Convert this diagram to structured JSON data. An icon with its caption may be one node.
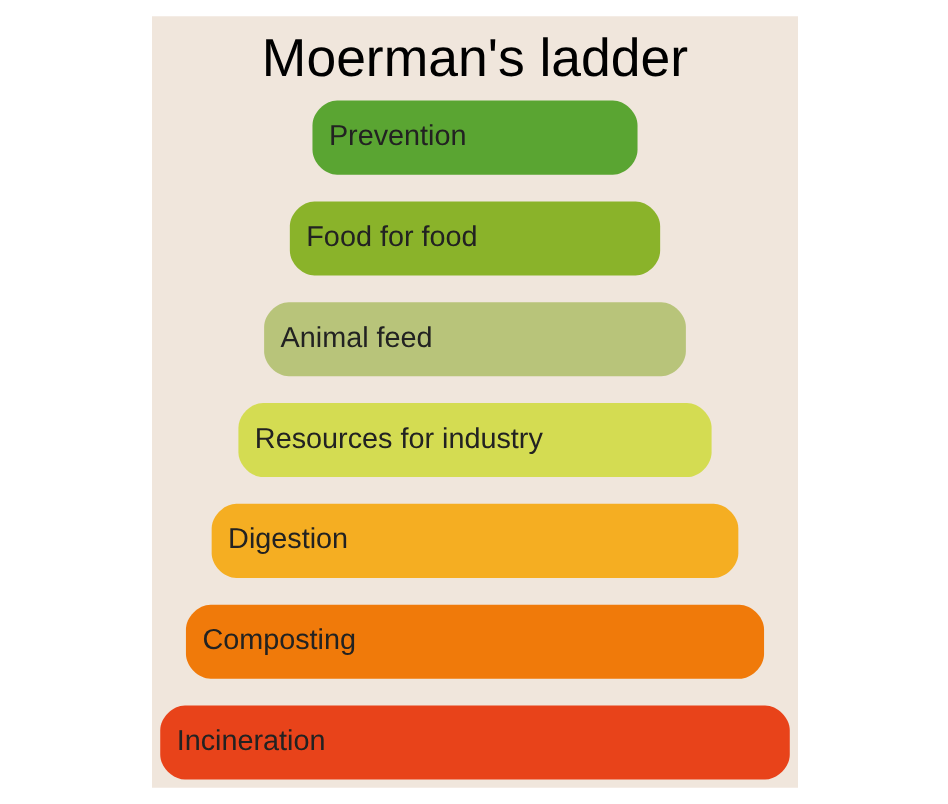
{
  "diagram": {
    "title": "Moerman's ladder",
    "nodes": [
      {
        "text": [
          "Prevention"
        ]
      },
      {
        "text": [
          "Food for food"
        ]
      },
      {
        "text": [
          "Animal feed"
        ]
      },
      {
        "text": [
          "Resources for industry"
        ]
      },
      {
        "text": [
          "Digestion"
        ]
      },
      {
        "text": [
          "Composting"
        ]
      },
      {
        "text": [
          "Incineration"
        ]
      }
    ]
  }
}
